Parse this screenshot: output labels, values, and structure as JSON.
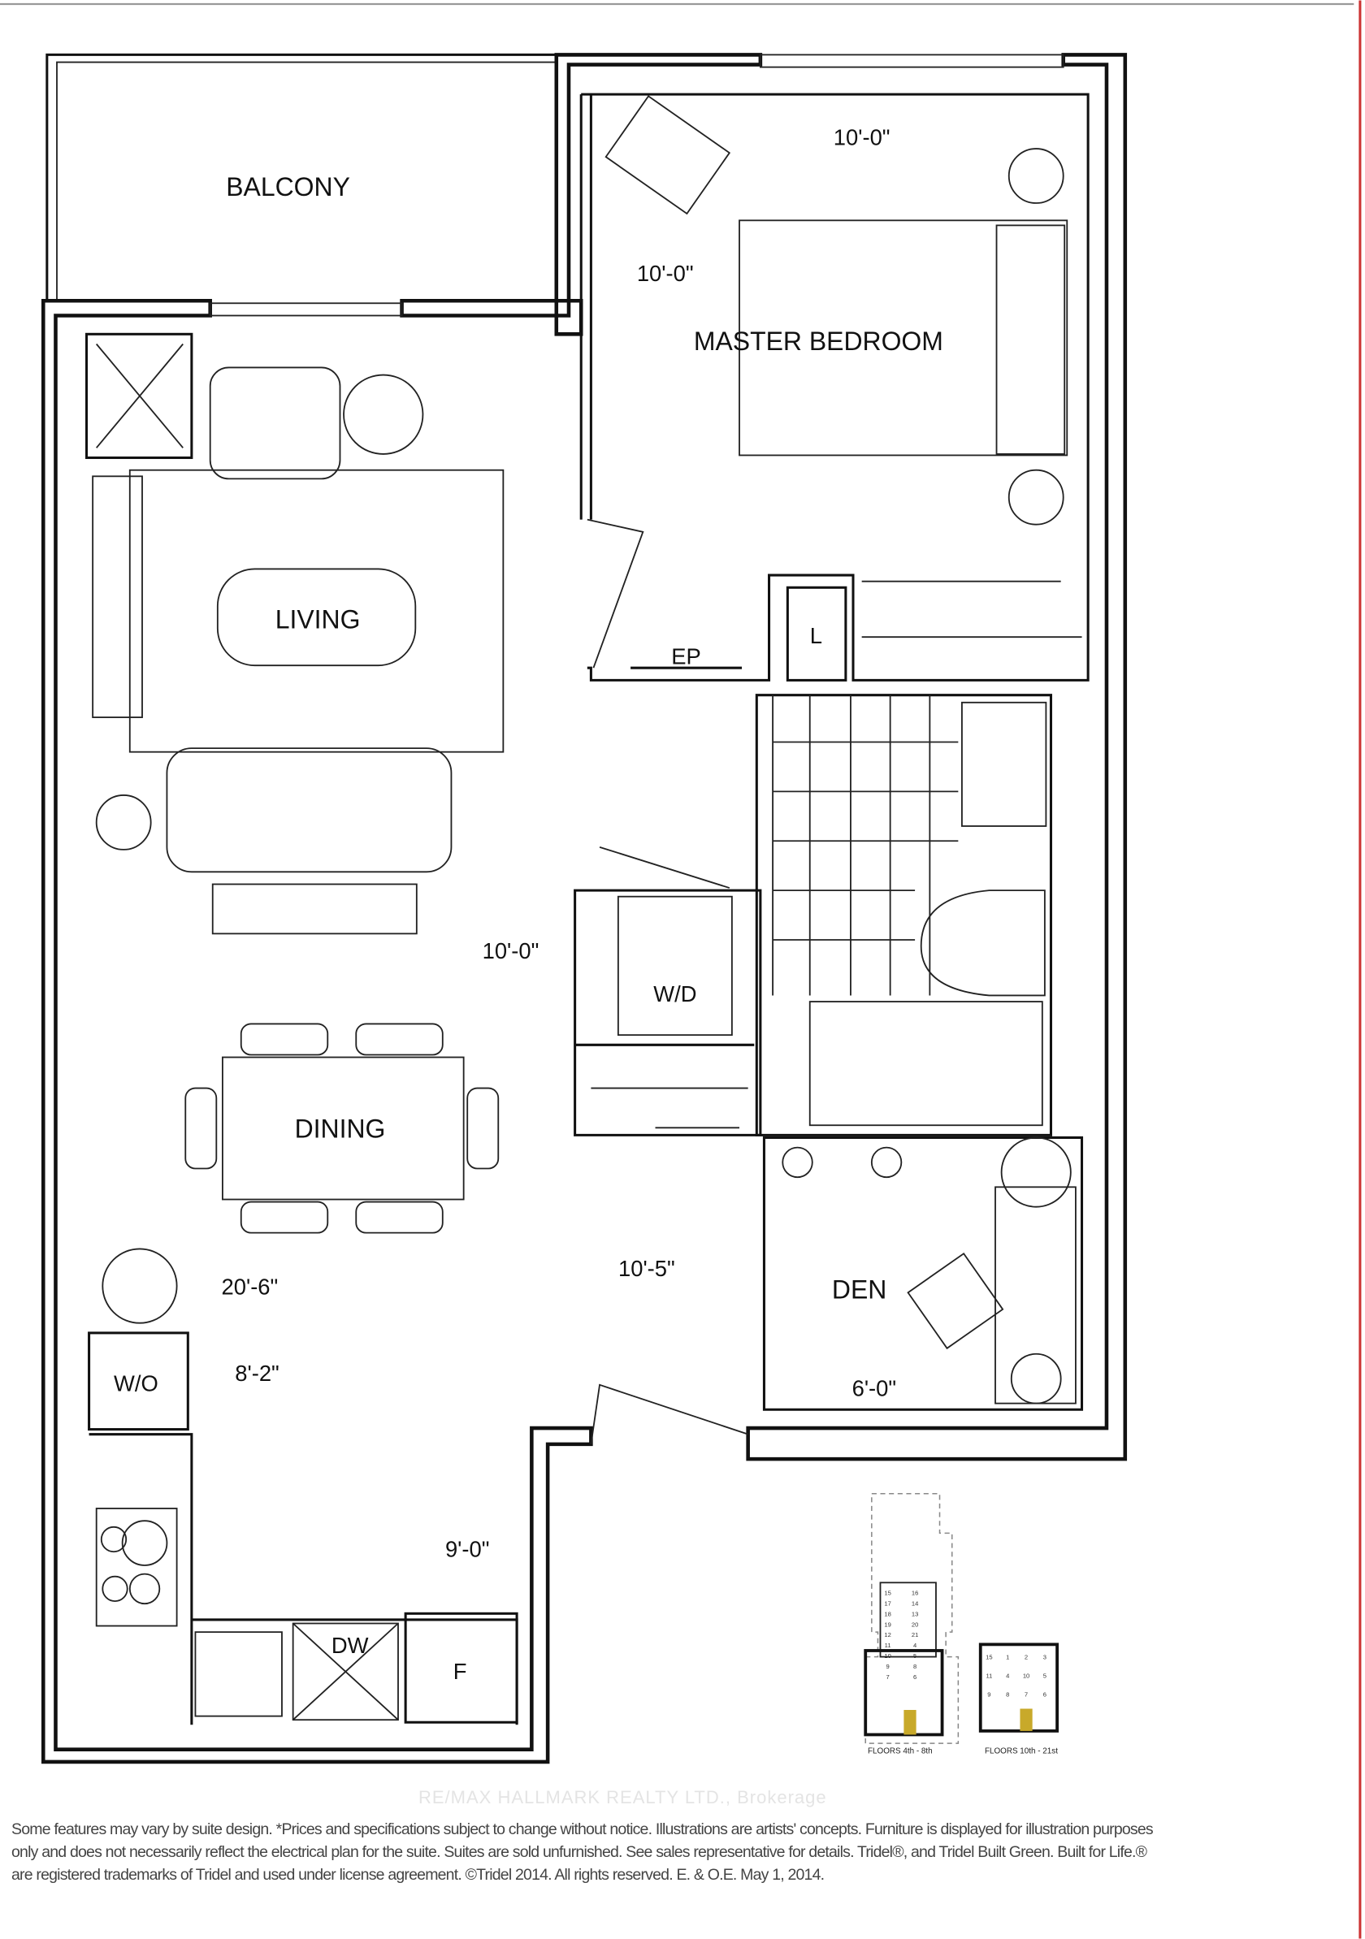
{
  "rooms": {
    "balcony": "BALCONY",
    "master_bedroom": "MASTER BEDROOM",
    "living": "LIVING",
    "dining": "DINING",
    "den": "DEN",
    "ep": "EP",
    "linen": "L",
    "washer_dryer": "W/D",
    "walk_out": "W/O",
    "dishwasher": "DW",
    "fridge": "F"
  },
  "dimensions": {
    "bedroom_width": "10'-0\"",
    "bedroom_length": "10'-0\"",
    "living_width": "10'-0\"",
    "total_length": "20'-6\"",
    "living_dining_width": "8'-2\"",
    "dining_width": "10'-5\"",
    "den": "6'-0\"",
    "kitchen": "9'-0\""
  },
  "key_plan": {
    "left_caption": "FLOORS 4th - 8th",
    "right_caption": "FLOORS 10th - 21st",
    "left_units": [
      "15",
      "16",
      "17",
      "14",
      "18",
      "13",
      "19",
      "20",
      "12",
      "21",
      "11",
      "4",
      "10",
      "5",
      "9",
      "8",
      "7",
      "6"
    ],
    "right_units": [
      "15",
      "1",
      "2",
      "3",
      "11",
      "4",
      "10",
      "5",
      "9",
      "8",
      "7",
      "6"
    ],
    "highlight_unit": "7",
    "highlight_color": "#c8a92a"
  },
  "watermark": "RE/MAX HALLMARK REALTY LTD., Brokerage",
  "disclaimer": [
    "Some features may vary by suite design. *Prices and specifications subject to change without notice. Illustrations are artists' concepts. Furniture is displayed for illustration purposes",
    "only and does not necessarily reflect the electrical plan for the suite. Suites are sold unfurnished. See sales representative for details. Tridel®, and Tridel Built Green. Built for Life.®",
    "are registered trademarks of Tridel and used under license agreement. ©Tridel 2014. All rights reserved. E. & O.E. May 1, 2014."
  ]
}
